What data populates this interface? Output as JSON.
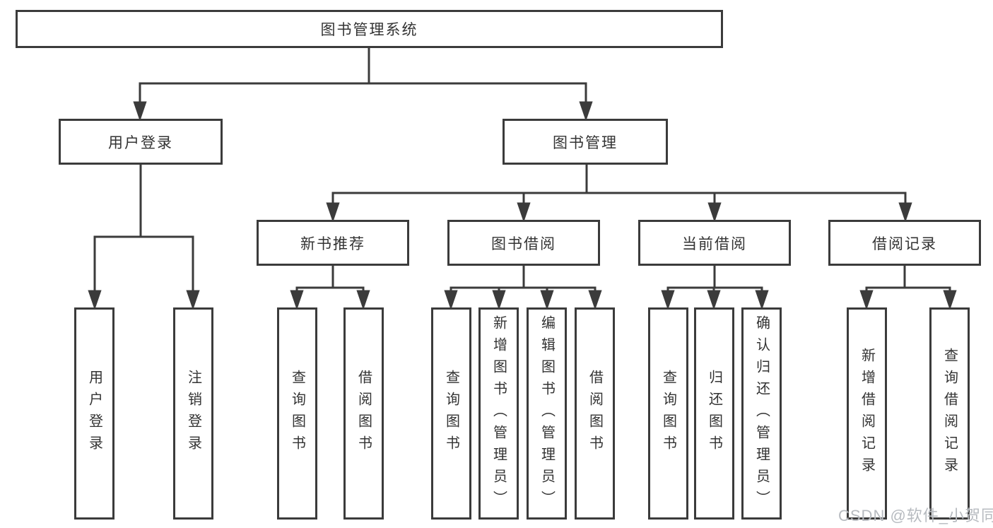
{
  "diagram": {
    "root": {
      "label": "图书管理系统"
    },
    "branches": [
      {
        "label": "用户登录",
        "children": [
          {
            "label": "用户登录"
          },
          {
            "label": "注销登录"
          }
        ]
      },
      {
        "label": "图书管理",
        "children": [
          {
            "label": "新书推荐",
            "children": [
              {
                "label": "查询图书"
              },
              {
                "label": "借阅图书"
              }
            ]
          },
          {
            "label": "图书借阅",
            "children": [
              {
                "label": "查询图书"
              },
              {
                "label": "新增图书（管理员）"
              },
              {
                "label": "编辑图书（管理员）"
              },
              {
                "label": "借阅图书"
              }
            ]
          },
          {
            "label": "当前借阅",
            "children": [
              {
                "label": "查询图书"
              },
              {
                "label": "归还图书"
              },
              {
                "label": "确认归还（管理员）"
              }
            ]
          },
          {
            "label": "借阅记录",
            "children": [
              {
                "label": "新增借阅记录"
              },
              {
                "label": "查询借阅记录"
              }
            ]
          }
        ]
      }
    ]
  },
  "watermark": {
    "text": "CSDN @软件_小贺同学",
    "color": "#b7bbc0"
  },
  "colors": {
    "line": "#3b3b3b",
    "text": "#333333",
    "box_background": "#ffffff"
  }
}
